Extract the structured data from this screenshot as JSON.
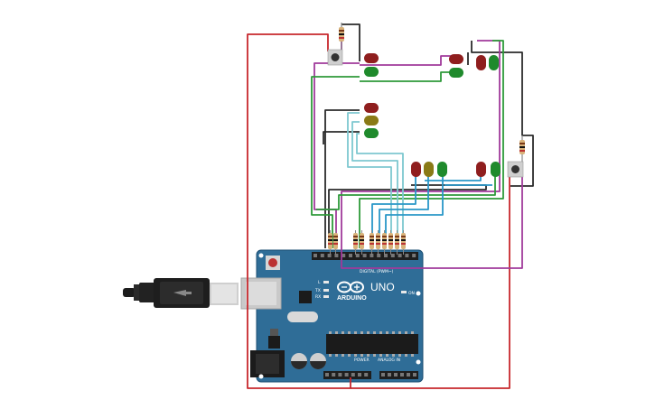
{
  "board": {
    "brand_text": "ARDUINO",
    "model_text": "UNO",
    "power_label": "POWER",
    "analog_label": "ANALOG IN",
    "digital_label": "DIGITAL (PWM~)",
    "on_label": "ON",
    "l_label": "L",
    "tx_label": "TX",
    "rx_label": "RX",
    "icon": "arduino-infinity-logo"
  },
  "colors": {
    "board": "#2f6d97",
    "board_edge": "#1d4f73",
    "wire_red": "#c8282d",
    "wire_black": "#2b2b2b",
    "wire_green": "#2e9a3a",
    "wire_purple": "#a03a9b",
    "wire_cyan": "#7ec8d0",
    "wire_blue": "#2a97c8",
    "led_red": "#8f1e1e",
    "led_yellow": "#8a7a16",
    "led_green": "#1f8a2c",
    "resistor": "#d8b27a"
  },
  "components": {
    "leds": [
      "red",
      "green",
      "red",
      "yellow",
      "green",
      "red",
      "green",
      "red",
      "yellow",
      "green",
      "red",
      "green"
    ],
    "pushbuttons": 2,
    "resistors": 11,
    "usb_cable": 1
  }
}
